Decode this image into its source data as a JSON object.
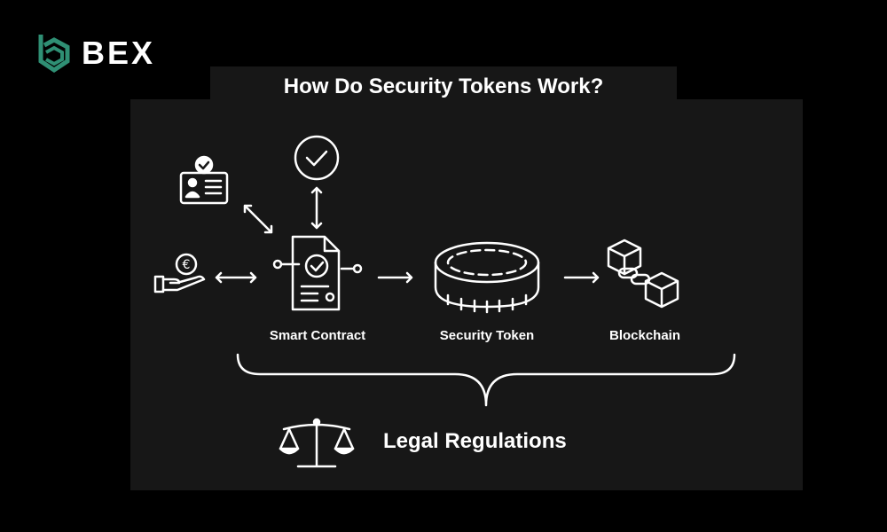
{
  "brand": {
    "name": "BEX",
    "color": "#2f8f74"
  },
  "title": "How Do Security Tokens Work?",
  "nodes": {
    "smart_contract": "Smart Contract",
    "security_token": "Security Token",
    "blockchain": "Blockchain"
  },
  "footer": "Legal Regulations"
}
